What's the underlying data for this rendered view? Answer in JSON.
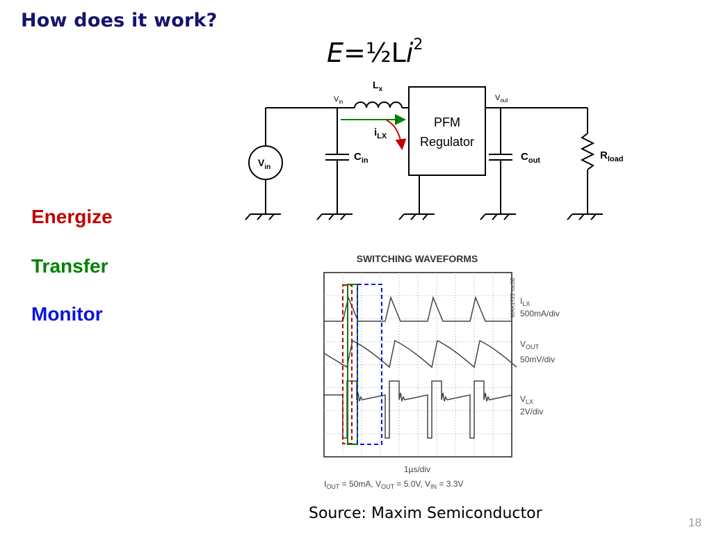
{
  "slide": {
    "title": "How does it work?",
    "formula": {
      "e": "E",
      "eq": "=½L",
      "i": "i",
      "exp": "2"
    },
    "bullets": [
      {
        "label": "Energize",
        "color": "#c00000"
      },
      {
        "label": "Transfer",
        "color": "#008000"
      },
      {
        "label": "Monitor",
        "color": "#0a14dc"
      }
    ],
    "source": "Source: Maxim Semiconductor",
    "page_number": "18"
  },
  "circuit": {
    "lx": {
      "main": "L",
      "sub": "x"
    },
    "vin_node": {
      "main": "V",
      "sub": "in"
    },
    "vout_node": {
      "main": "V",
      "sub": "out"
    },
    "ilx": {
      "main": "i",
      "sub": "LX"
    },
    "regulator": {
      "line1": "PFM",
      "line2": "Regulator"
    },
    "cin": {
      "main": "C",
      "sub": "in"
    },
    "cout": {
      "main": "C",
      "sub": "out"
    },
    "rload": {
      "main": "R",
      "sub": "load"
    },
    "source": {
      "main": "V",
      "sub": "in"
    },
    "colors": {
      "transfer_arrow": "#008000",
      "energize_arrow": "#c00000"
    }
  },
  "scope": {
    "title": "SWITCHING WAVEFORMS",
    "side_id": "MAX1722 toc08",
    "channels": [
      {
        "name_main": "I",
        "name_sub": "LX",
        "scale": "500mA/div"
      },
      {
        "name_main": "V",
        "name_sub": "OUT",
        "scale": "50mV/div"
      },
      {
        "name_main": "V",
        "name_sub": "LX",
        "scale": "2V/div"
      }
    ],
    "timebase": "1µs/div",
    "conditions": {
      "i_out_main": "I",
      "i_out_sub": "OUT",
      "i_out_val": " = 50mA, ",
      "v_out_main": "V",
      "v_out_sub": "OUT",
      "v_out_val": " = 5.0V, ",
      "v_in_main": "V",
      "v_in_sub": "IN",
      "v_in_val": " = 3.3V"
    },
    "highlight_colors": {
      "energize": "#c00000",
      "transfer": "#008000",
      "monitor": "#0a14dc"
    }
  }
}
